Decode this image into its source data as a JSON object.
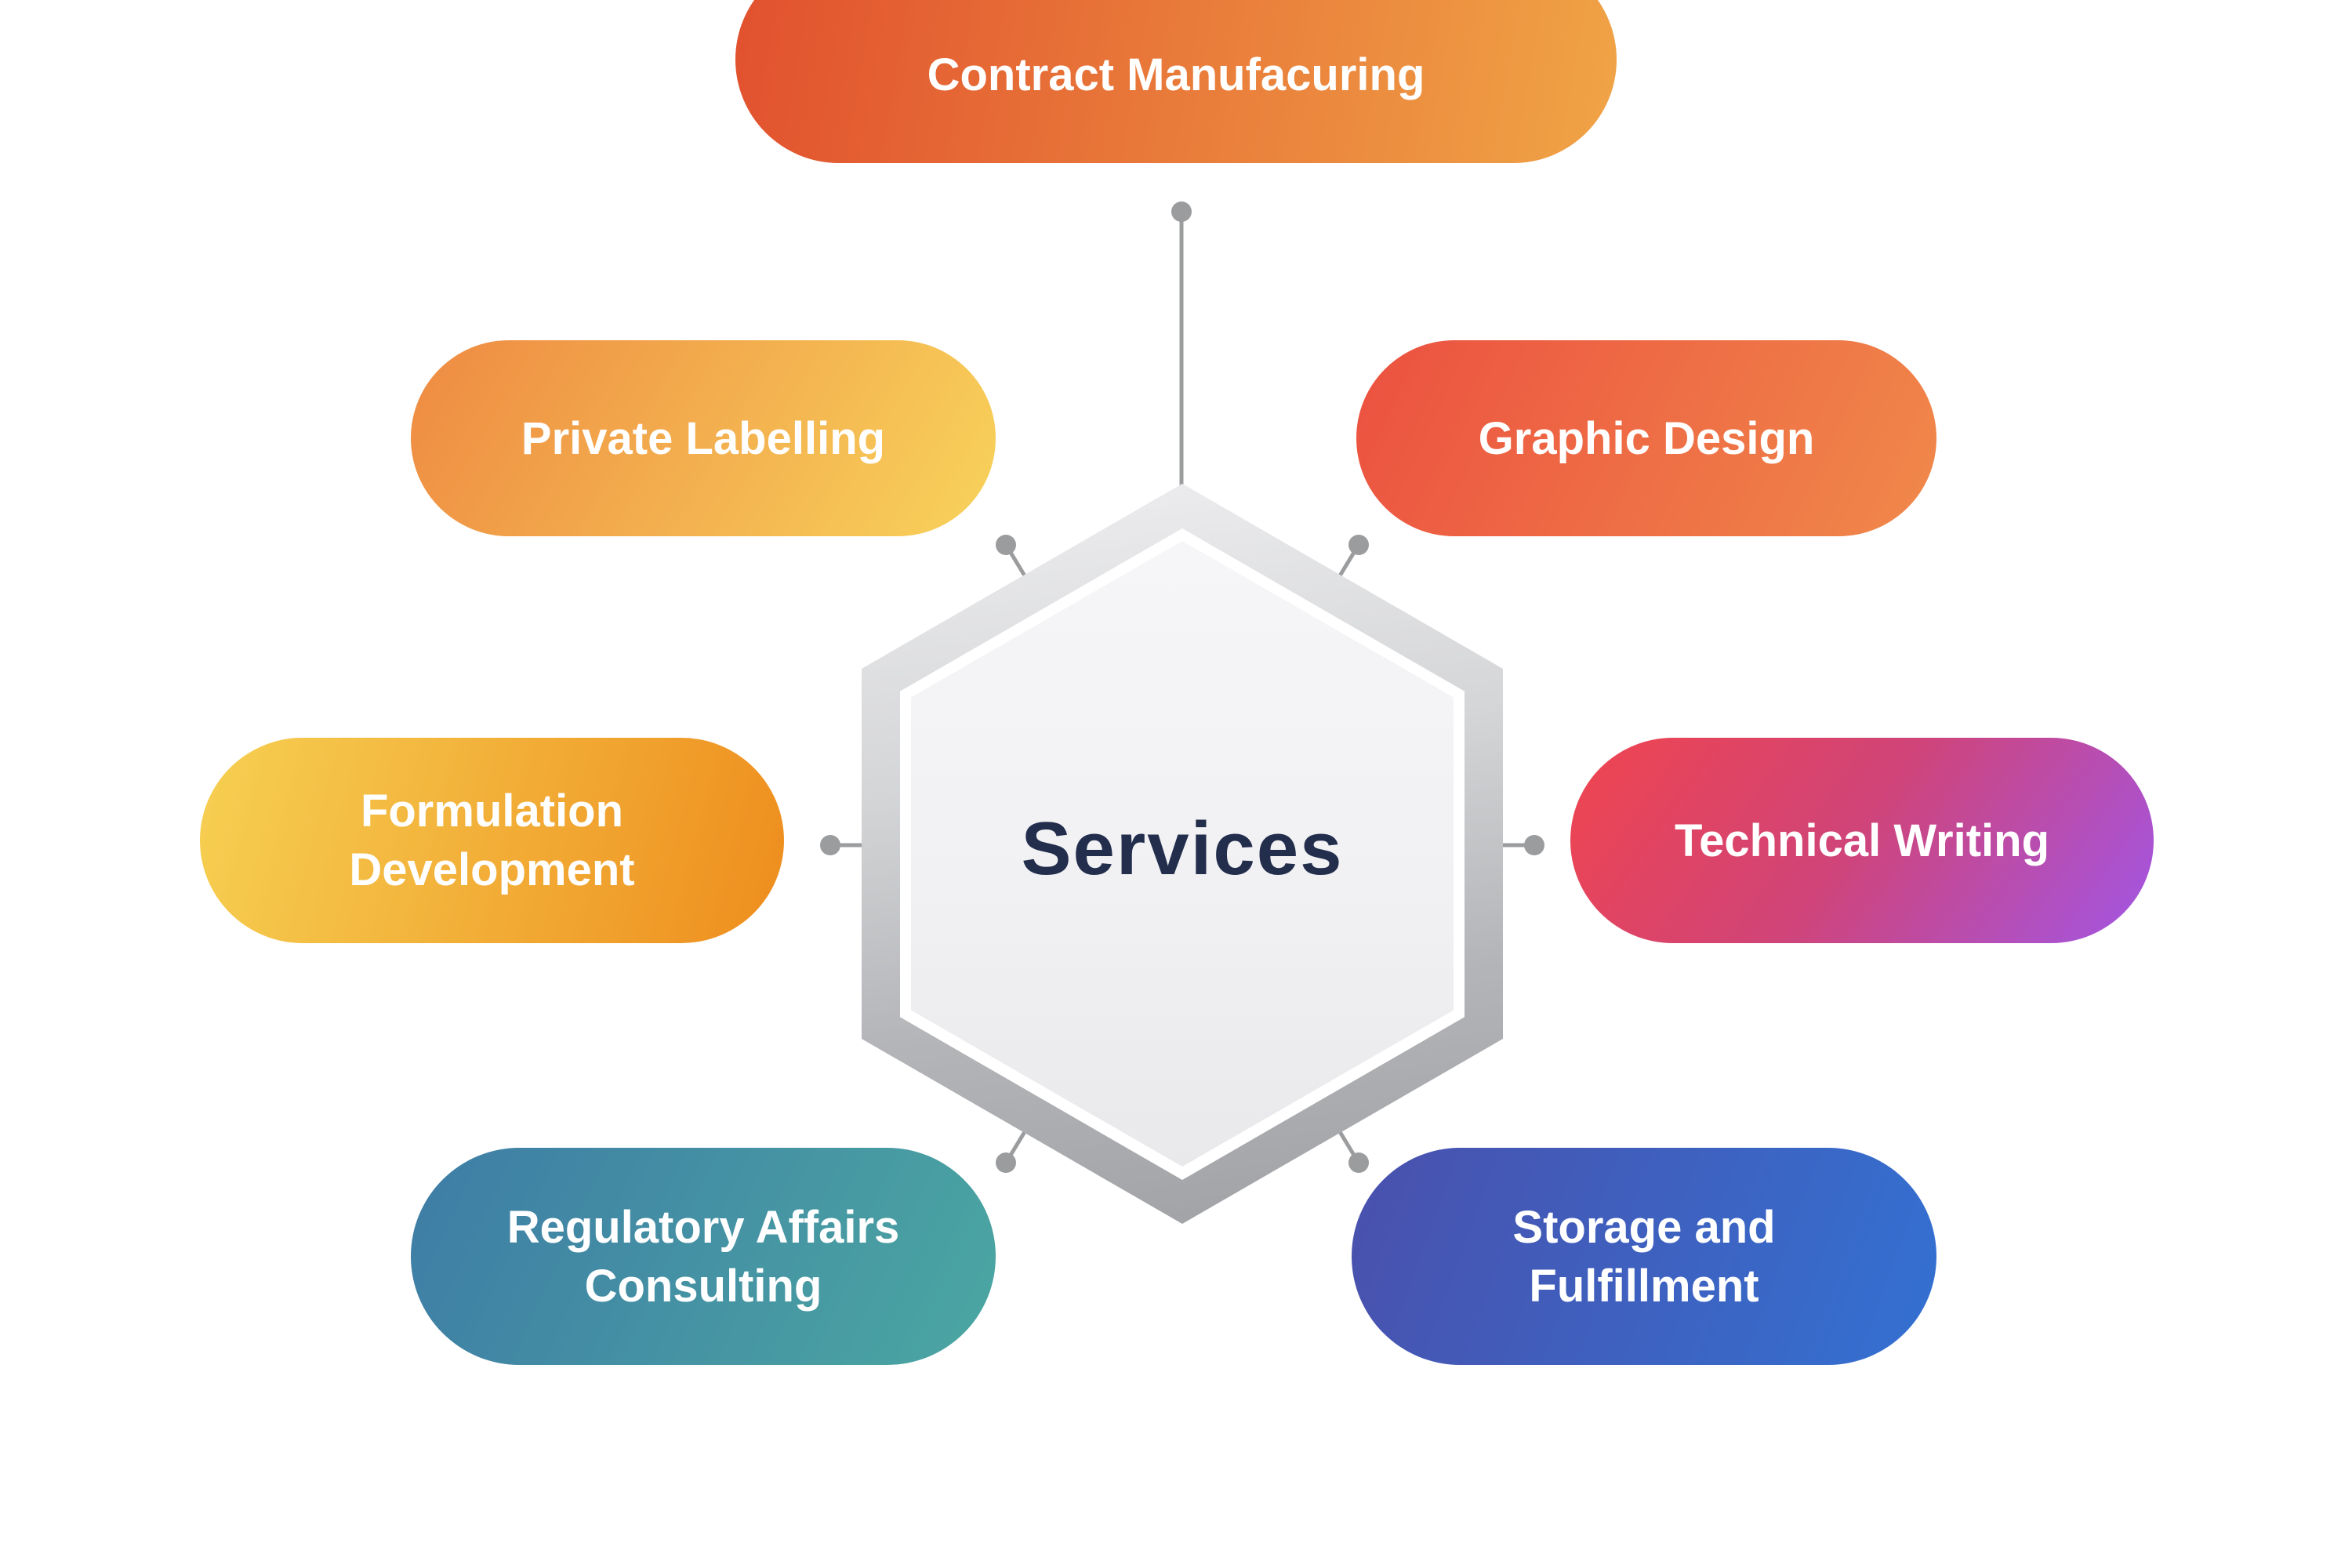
{
  "center": {
    "label": "Services",
    "text_color": "#232e4d"
  },
  "connector_color": "#9b9c9e",
  "nodes": [
    {
      "id": "contract-manufacturing",
      "position": "top",
      "lines": [
        "Contract Manufacuring"
      ],
      "label": "Contract Manufacuring",
      "gradient_angle": "100deg",
      "gradient": [
        "#e1502e",
        "#f0a446"
      ]
    },
    {
      "id": "private-labelling",
      "position": "upper-left",
      "lines": [
        "Private Labelling"
      ],
      "label": "Private Labelling",
      "gradient_angle": "120deg",
      "gradient": [
        "#ee8a42",
        "#f8d35b"
      ]
    },
    {
      "id": "graphic-design",
      "position": "upper-right",
      "lines": [
        "Graphic Design"
      ],
      "label": "Graphic Design",
      "gradient_angle": "115deg",
      "gradient": [
        "#ec5140",
        "#f0894a"
      ]
    },
    {
      "id": "formulation-development",
      "position": "left",
      "lines": [
        "Formulation",
        "Development"
      ],
      "label": "Formulation Development",
      "gradient_angle": "105deg",
      "gradient": [
        "#f6d052",
        "#ee8d1e"
      ]
    },
    {
      "id": "technical-writing",
      "position": "right",
      "lines": [
        "Technical Writing"
      ],
      "label": "Technical Writing",
      "gradient_angle": "125deg",
      "gradient": [
        "#f0454e",
        "#d04478 48%",
        "#a156e6"
      ]
    },
    {
      "id": "regulatory-affairs-consulting",
      "position": "lower-left",
      "lines": [
        "Regulatory Affairs",
        "Consulting"
      ],
      "label": "Regulatory Affairs Consulting",
      "gradient_angle": "115deg",
      "gradient": [
        "#3e7ca6",
        "#4ba7a1"
      ]
    },
    {
      "id": "storage-and-fulfillment",
      "position": "lower-right",
      "lines": [
        "Storage and",
        "Fulfillment"
      ],
      "label": "Storage and Fulfillment",
      "gradient_angle": "110deg",
      "gradient": [
        "#4a50ac",
        "#3371d2"
      ]
    }
  ]
}
